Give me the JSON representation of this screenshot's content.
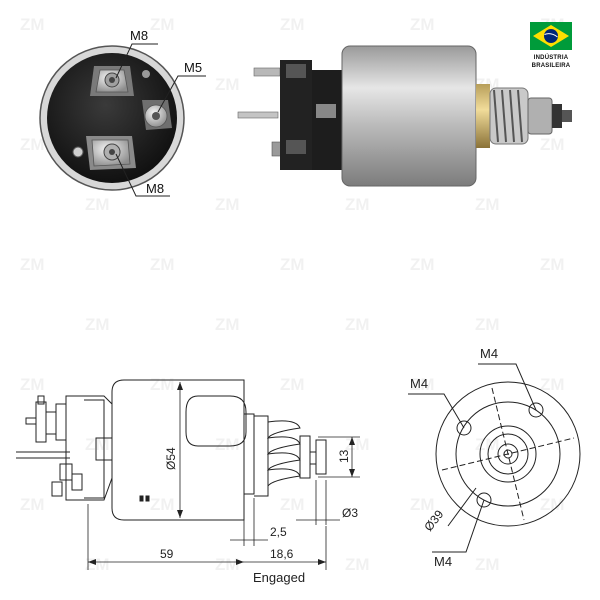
{
  "watermark": {
    "brand": "ZM"
  },
  "badge": {
    "line1": "INDÚSTRIA",
    "line2": "BRASILEIRA",
    "colors": {
      "green": "#009b3a",
      "yellow": "#fedf00",
      "blue": "#002776"
    }
  },
  "photo_end_view": {
    "label_top": "M8",
    "label_right": "M5",
    "label_bottom": "M8"
  },
  "side_drawing": {
    "dim_diameter": "Ø54",
    "dim_length": "59",
    "dim_stroke": "2,5",
    "dim_engaged_length": "18,6",
    "dim_plunger_height": "13",
    "dim_plunger_diameter": "Ø3",
    "caption": "Engaged"
  },
  "end_drawing": {
    "label_top": "M4",
    "label_left": "M4",
    "label_bottom": "M4",
    "dim_bolt_circle": "Ø39"
  }
}
